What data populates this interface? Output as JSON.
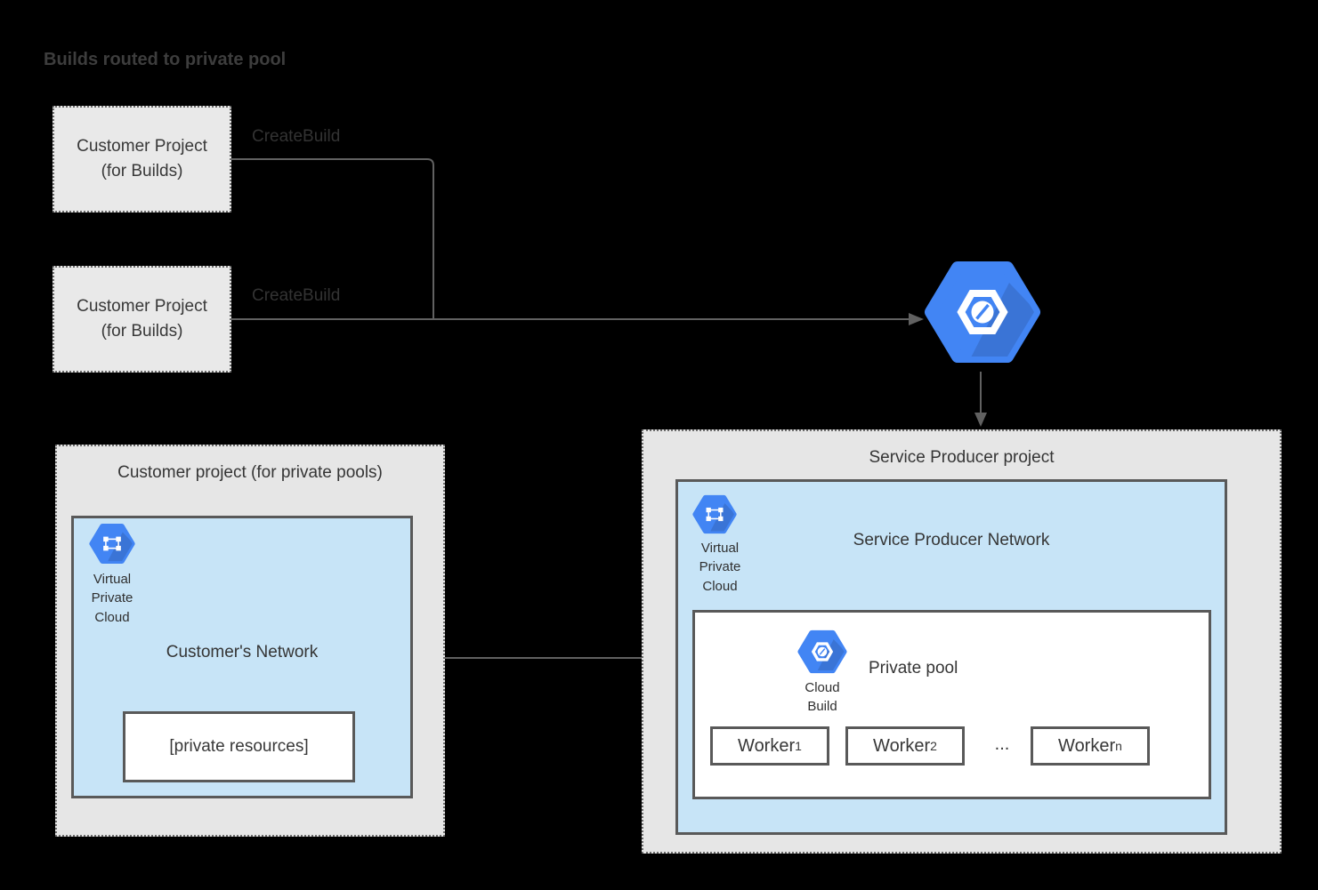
{
  "title": "Builds routed to private pool",
  "colors": {
    "background": "#000000",
    "google_blue": "#4285f4",
    "network_blue_fill": "#c7e4f7",
    "project_gray_fill": "#e8e8e8",
    "box_border": "#595959",
    "line_gray": "#616161",
    "text": "#3a3a3a"
  },
  "build_projects": [
    {
      "label": "Customer Project\n(for Builds)",
      "edge_label": "CreateBuild"
    },
    {
      "label": "Customer Project\n(for Builds)",
      "edge_label": "CreateBuild"
    }
  ],
  "customer_pool_project": {
    "title": "Customer project (for private pools)",
    "vpc_label": "Virtual\nPrivate\nCloud",
    "network_title": "Customer's Network",
    "private_resources_label": "[private resources]"
  },
  "service_producer_project": {
    "title": "Service Producer project",
    "vpc_label": "Virtual\nPrivate\nCloud",
    "network_title": "Service Producer Network",
    "private_pool": {
      "title": "Private pool",
      "cloud_build_label": "Cloud\nBuild",
      "ellipsis": "...",
      "workers": [
        {
          "name": "Worker",
          "sub": "1"
        },
        {
          "name": "Worker",
          "sub": "2"
        },
        {
          "name": "Worker",
          "sub": "n"
        }
      ]
    }
  }
}
